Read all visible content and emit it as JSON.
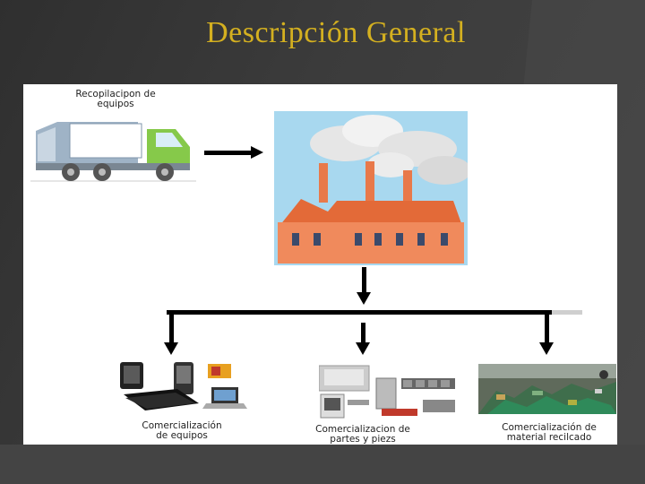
{
  "slide": {
    "title": "Descripción General"
  },
  "diagram": {
    "collection_label_line1": "Recopilacipon de",
    "collection_label_line2": "equipos",
    "outputs": [
      {
        "line1": "Comercialización",
        "line2": "de equipos"
      },
      {
        "line1": "Comercializacion de",
        "line2": "partes y piezs"
      },
      {
        "line1": "Comercialización de",
        "line2": "material recilcado"
      }
    ]
  },
  "colors": {
    "title": "#d4b020",
    "factory": "#e8794a",
    "truck_cab": "#86c94a",
    "arrows": "#000000"
  }
}
